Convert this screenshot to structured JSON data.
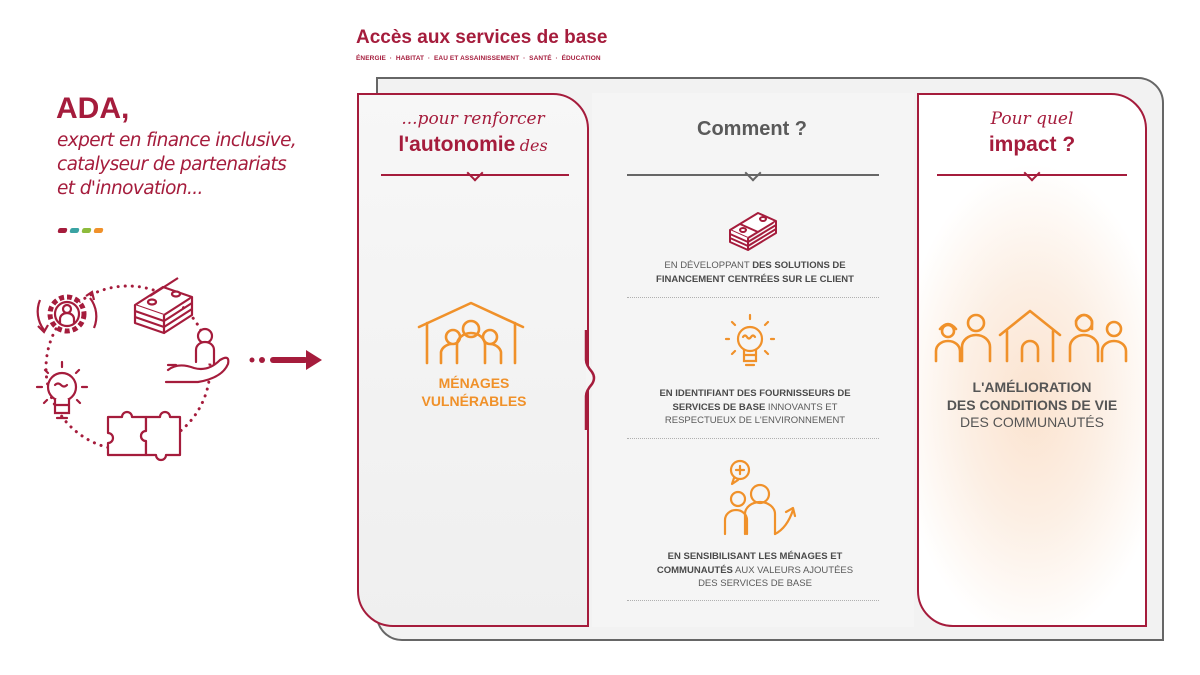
{
  "header": {
    "title": "Accès aux services de base",
    "subtitle": "ÉNERGIE  ·  HABITAT  ·  EAU ET ASSAINISSEMENT  ·  SANTÉ  ·  ÉDUCATION"
  },
  "intro": {
    "title": "ADA,",
    "lines": [
      "expert en finance inclusive,",
      "catalyseur de partenariats",
      "et d'innovation..."
    ],
    "dot_colors": [
      "#a51c3c",
      "#3aa3a3",
      "#8dbb3c",
      "#f0912a"
    ],
    "cycle_icons": [
      "gear-person-icon",
      "money-stack-icon",
      "hand-person-icon",
      "puzzle-icon",
      "lightbulb-icon"
    ],
    "arrow": "arrow-right-icon"
  },
  "colors": {
    "brand": "#a51c3c",
    "accent_orange": "#f0912a",
    "text_gray": "#5a5a5a",
    "frame_gray": "#666666"
  },
  "left_panel": {
    "title_italic": "...pour renforcer",
    "title_bold": "l'autonomie",
    "title_suffix": "des",
    "icon": "house-family-icon",
    "label_line1": "MÉNAGES",
    "label_line2": "VULNÉRABLES"
  },
  "middle": {
    "title": "Comment ?",
    "items": [
      {
        "icon": "money-stack-icon",
        "normal1": "EN DÉVELOPPANT ",
        "bold1": "DES SOLUTIONS DE",
        "bold2": "FINANCEMENT CENTRÉES SUR LE CLIENT"
      },
      {
        "icon": "lightbulb-icon",
        "bold1": "EN IDENTIFIANT DES FOURNISSEURS DE",
        "bold2": "SERVICES DE BASE",
        "normal2": " INNOVANTS ET",
        "normal3": "RESPECTUEUX DE L'ENVIRONNEMENT"
      },
      {
        "icon": "people-growth-icon",
        "bold1": "EN SENSIBILISANT LES MÉNAGES ET",
        "bold2": "COMMUNAUTÉS",
        "normal2": " AUX VALEURS AJOUTÉES",
        "normal3": "DES SERVICES DE BASE"
      }
    ]
  },
  "right_panel": {
    "title_italic": "Pour quel",
    "title_bold": "impact ?",
    "icon": "community-house-icon",
    "bold1": "L'AMÉLIORATION",
    "bold2": "DES CONDITIONS DE VIE",
    "normal": "DES COMMUNAUTÉS"
  }
}
